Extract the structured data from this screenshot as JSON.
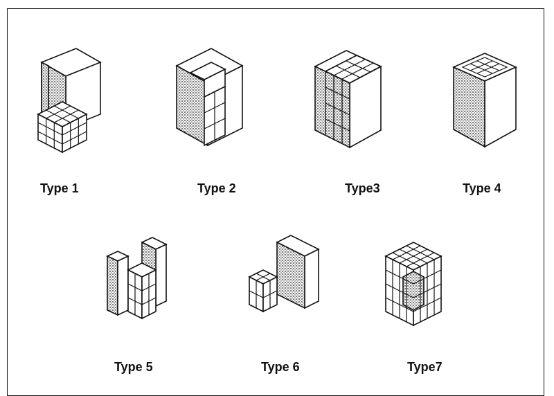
{
  "figures": [
    {
      "id": "type-1",
      "label": "Type 1"
    },
    {
      "id": "type-2",
      "label": "Type 2"
    },
    {
      "id": "type-3",
      "label": "Type3"
    },
    {
      "id": "type-4",
      "label": "Type 4"
    },
    {
      "id": "type-5",
      "label": "Type 5"
    },
    {
      "id": "type-6",
      "label": "Type 6"
    },
    {
      "id": "type-7",
      "label": "Type7"
    }
  ],
  "colors": {
    "line": "#111111",
    "shade": "#3a3a3a",
    "face": "#ffffff"
  }
}
